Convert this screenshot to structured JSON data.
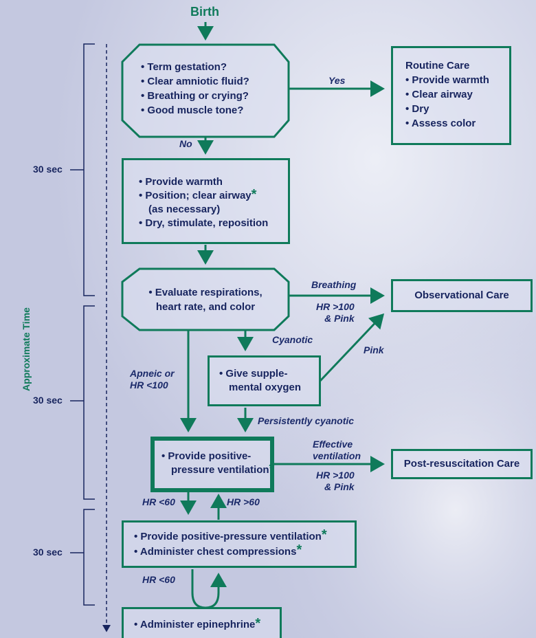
{
  "title": "Birth",
  "time_axis_label": "Approximate Time",
  "time_marks": [
    "30 sec",
    "30 sec",
    "30 sec"
  ],
  "nodes": {
    "initial_questions": [
      "• Term gestation?",
      "• Clear amniotic fluid?",
      "• Breathing or crying?",
      "• Good muscle tone?"
    ],
    "routine_care": [
      "Routine Care",
      "• Provide warmth",
      "• Clear airway",
      "• Dry",
      "• Assess color"
    ],
    "initial_steps": [
      "• Provide warmth",
      "• Position; clear airway",
      "(as necessary)",
      "• Dry, stimulate, reposition"
    ],
    "evaluate": [
      "• Evaluate respirations,",
      "heart rate, and color"
    ],
    "observational_care": "Observational Care",
    "oxygen": [
      "• Give supple-",
      "mental oxygen"
    ],
    "ppv": [
      "• Provide positive-",
      "pressure ventilation"
    ],
    "post_resuscitation": "Post-resuscitation Care",
    "compressions": [
      "• Provide positive-pressure ventilation",
      "• Administer chest compressions"
    ],
    "epinephrine": "• Administer epinephrine"
  },
  "asterisk": "*",
  "edge_labels": {
    "yes": "Yes",
    "no": "No",
    "breathing": "Breathing",
    "hr100_pink_1": [
      "HR >100",
      "& Pink"
    ],
    "cyanotic": "Cyanotic",
    "pink": "Pink",
    "apneic": [
      "Apneic or",
      "HR <100"
    ],
    "persistently_cyanotic": "Persistently cyanotic",
    "effective_ventilation": [
      "Effective",
      "ventilation"
    ],
    "hr100_pink_2": [
      "HR >100",
      "& Pink"
    ],
    "hr_lt60_a": "HR <60",
    "hr_gt60": "HR >60",
    "hr_lt60_b": "HR <60"
  },
  "colors": {
    "node_border": "#0f7a5a",
    "text": "#17245e",
    "background": "#c9cde4"
  }
}
